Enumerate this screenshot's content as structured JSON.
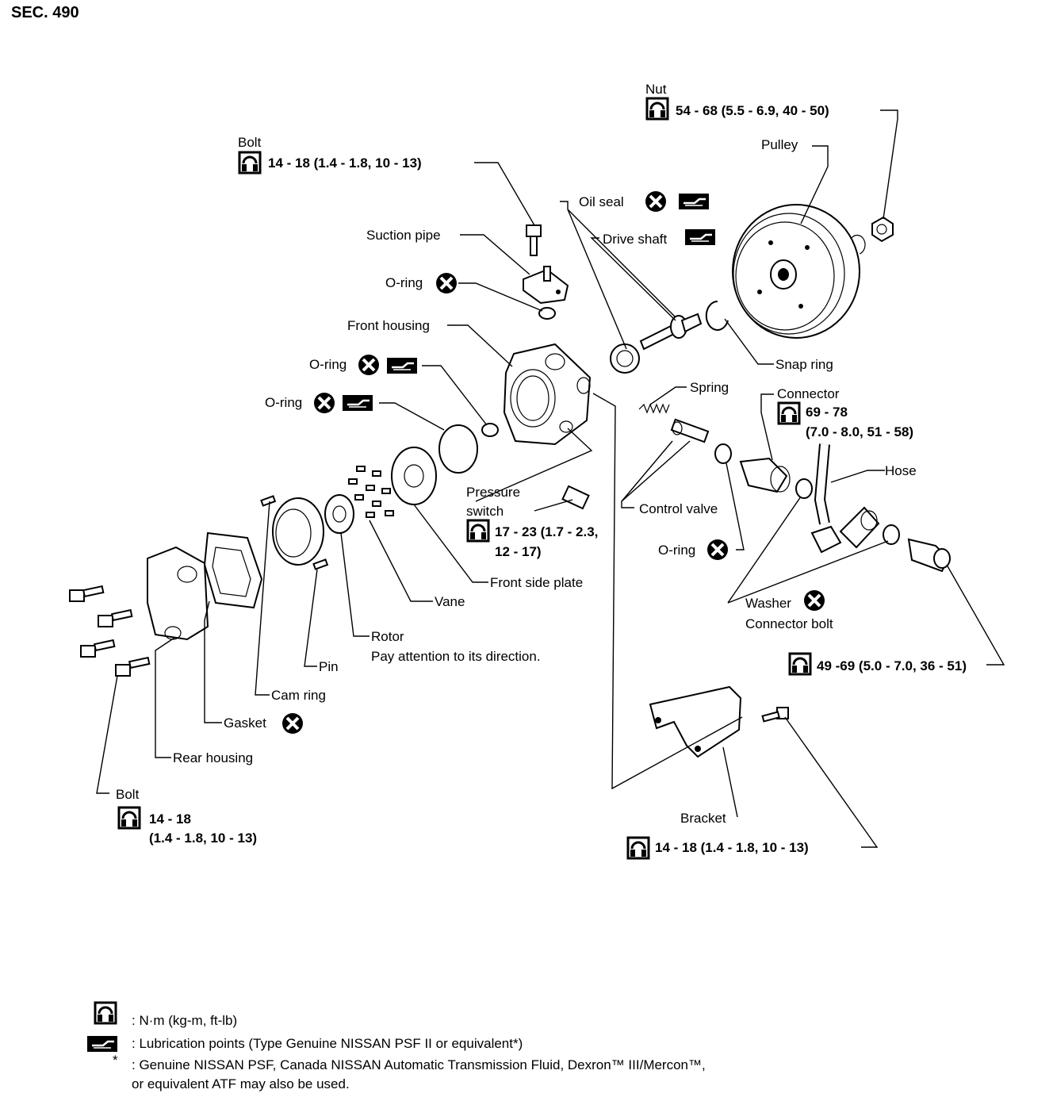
{
  "section": "SEC. 490",
  "labels": {
    "nut": "Nut",
    "nut_torque": "54 - 68 (5.5 - 6.9, 40 - 50)",
    "pulley": "Pulley",
    "bolt_top": "Bolt",
    "bolt_top_torque": "14 - 18 (1.4 - 1.8, 10 - 13)",
    "oil_seal": "Oil seal",
    "drive_shaft": "Drive shaft",
    "suction_pipe": "Suction pipe",
    "o_ring_1": "O-ring",
    "front_housing": "Front housing",
    "o_ring_2": "O-ring",
    "o_ring_3": "O-ring",
    "snap_ring": "Snap ring",
    "spring": "Spring",
    "connector": "Connector",
    "connector_torque_1": "69 - 78",
    "connector_torque_2": "(7.0 - 8.0, 51 - 58)",
    "hose": "Hose",
    "pressure_switch_1": "Pressure",
    "pressure_switch_2": "switch",
    "pressure_switch_torque_1": "17 - 23 (1.7 - 2.3,",
    "pressure_switch_torque_2": "12 - 17)",
    "control_valve": "Control valve",
    "o_ring_4": "O-ring",
    "front_side_plate": "Front side plate",
    "vane": "Vane",
    "washer": "Washer",
    "connector_bolt": "Connector bolt",
    "connector_bolt_torque": "49 -69 (5.0 - 7.0, 36 - 51)",
    "rotor": "Rotor",
    "rotor_note": "Pay attention to its direction.",
    "pin": "Pin",
    "cam_ring": "Cam ring",
    "gasket": "Gasket",
    "rear_housing": "Rear housing",
    "bolt_bottom": "Bolt",
    "bolt_bottom_torque_1": "14 - 18",
    "bolt_bottom_torque_2": "(1.4 - 1.8, 10 - 13)",
    "bracket": "Bracket",
    "bracket_torque": "14 - 18 (1.4 - 1.8, 10 - 13)"
  },
  "legend": {
    "torque_unit": ": N·m (kg-m, ft-lb)",
    "lubrication": ": Lubrication points (Type Genuine NISSAN PSF II or equivalent*)",
    "asterisk": "*",
    "note_line_1": ": Genuine NISSAN PSF, Canada NISSAN Automatic Transmission Fluid, Dexron™ III/Mercon™,",
    "note_line_2": "or equivalent ATF may also be used."
  },
  "icons": {
    "torque": "torque-wrench-icon",
    "replace": "replace-x-icon",
    "lube": "lubrication-icon"
  }
}
